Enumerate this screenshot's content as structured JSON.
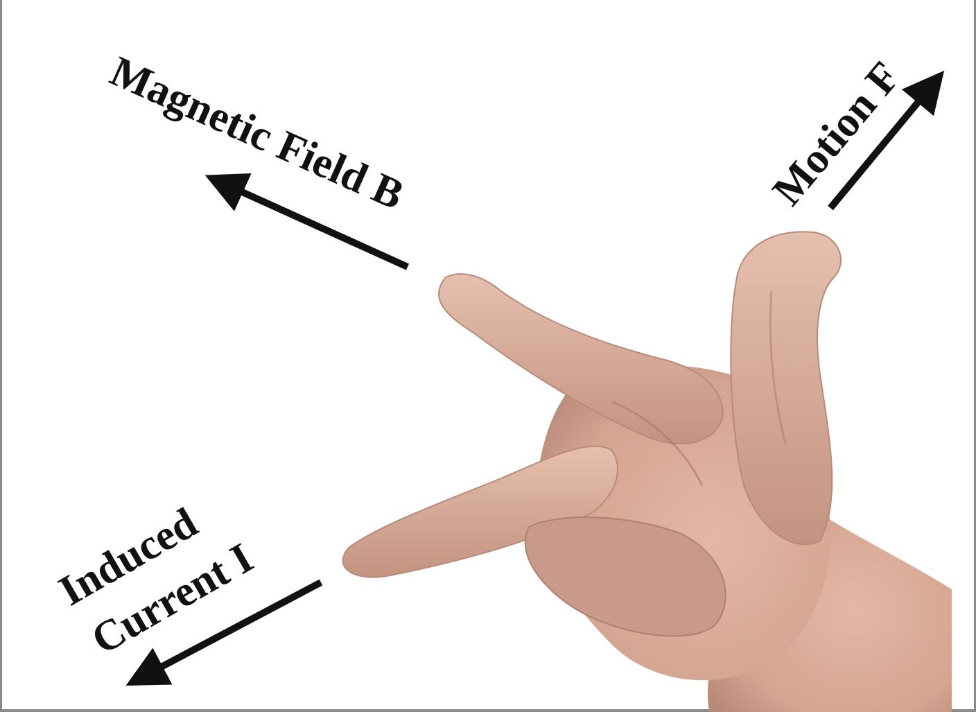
{
  "labels": {
    "magnetic_field": "Magnetic Field B",
    "motion": "Motion F",
    "current_line1": "Induced",
    "current_line2": "Current I"
  },
  "colors": {
    "background": "#ffffff",
    "text": "#111111",
    "arrow": "#111111",
    "skin": "#d9ad98",
    "skin_shadow": "#b98a77",
    "frame": "#8a8a8a"
  }
}
